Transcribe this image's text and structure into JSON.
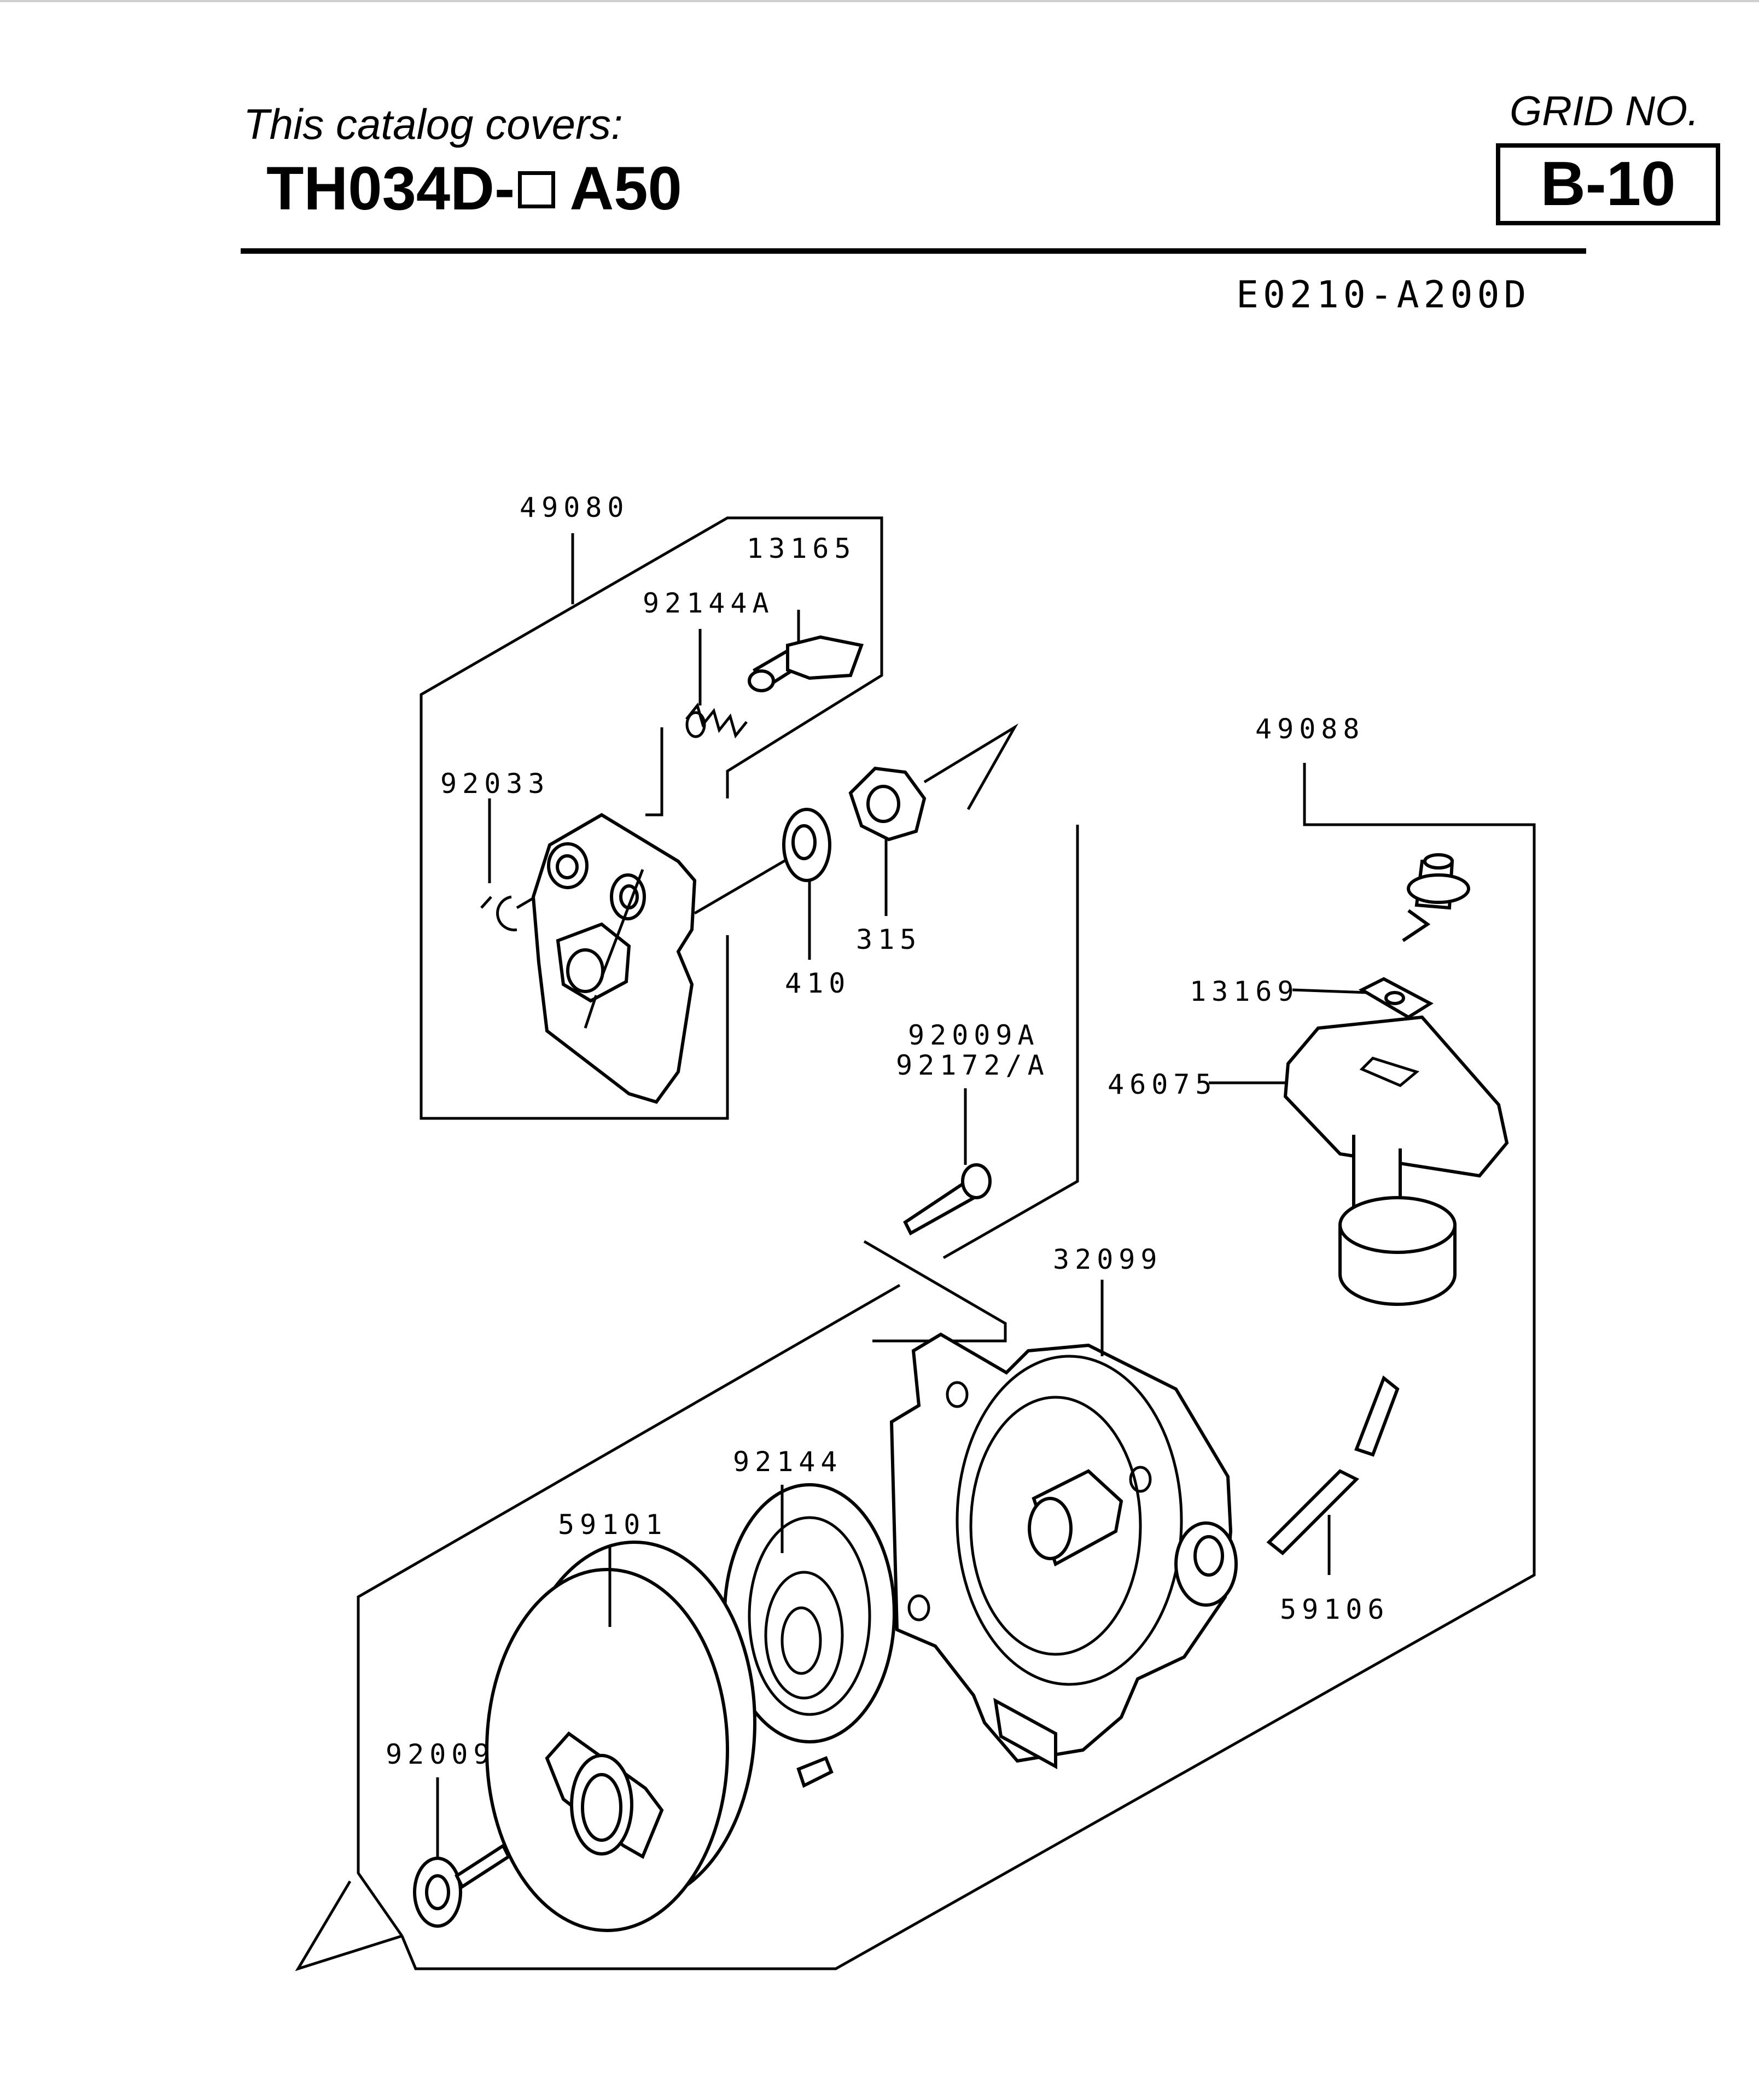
{
  "header": {
    "cover_label": "This catalog covers:",
    "model_prefix": "TH034D-",
    "model_suffix": "A50",
    "grid_label": "GRID NO.",
    "grid_number": "B-10",
    "drawing_code": "E0210-A200D"
  },
  "parts": {
    "p49080": "49080",
    "p13165": "13165",
    "p92144A": "92144A",
    "p92033": "92033",
    "p410": "410",
    "p315": "315",
    "p49088": "49088",
    "p13169": "13169",
    "p46075": "46075",
    "p92009A": "92009A",
    "p92172A": "92172/A",
    "p32099": "32099",
    "p92144": "92144",
    "p59101": "59101",
    "p59106": "59106",
    "p92009": "92009"
  }
}
